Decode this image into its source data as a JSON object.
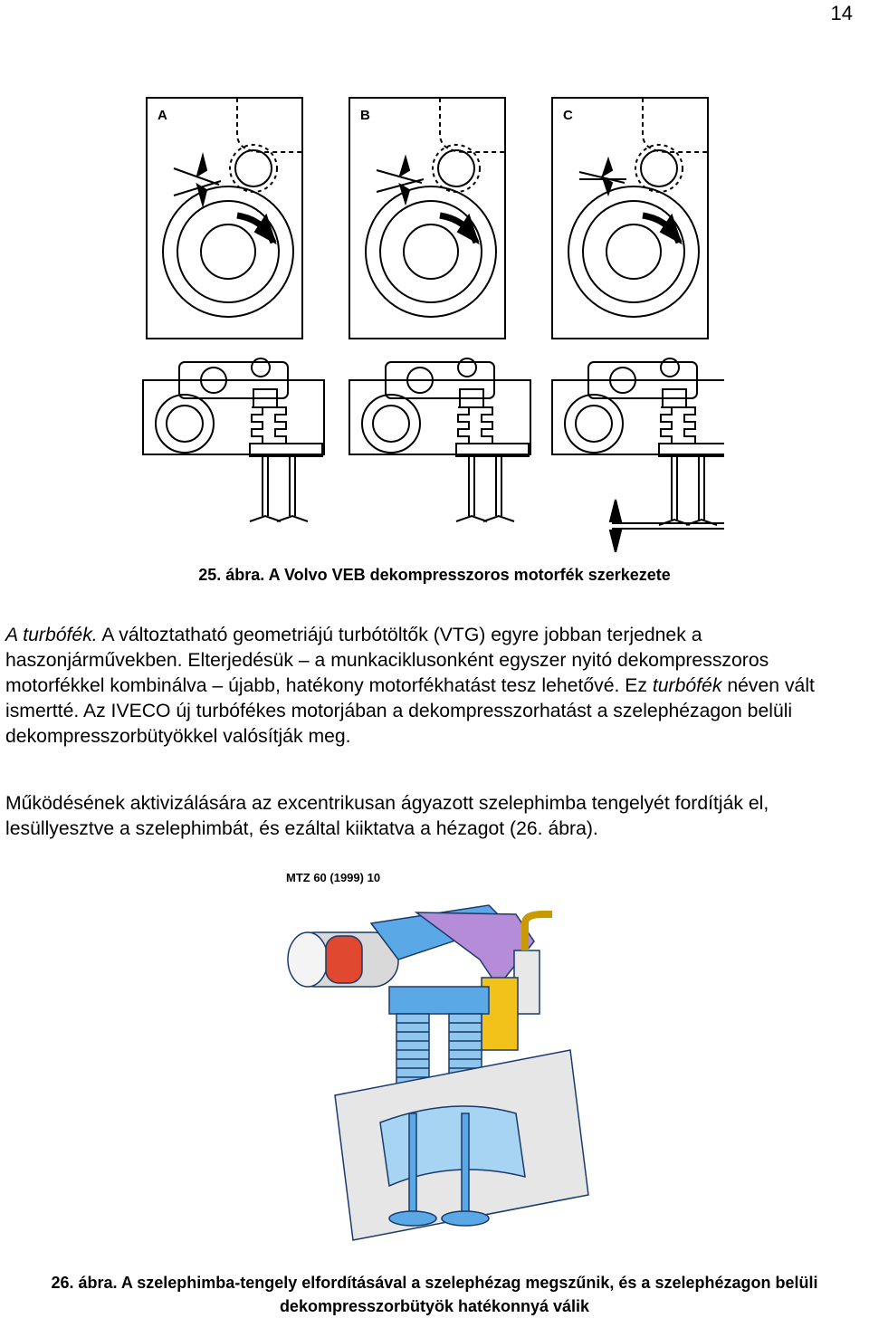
{
  "page_number": "14",
  "figure1": {
    "panel_labels": [
      "A",
      "B",
      "C"
    ],
    "caption": "25. ábra. A Volvo VEB dekompresszoros motorfék szerkezete"
  },
  "paragraph1": {
    "lead_italic": "A turbófék.",
    "part1": " A változtatható geometriájú turbótöltők (VTG) egyre jobban terjednek a haszonjárművekben. Elterjedésük – a munkaciklusonként egyszer nyitó dekompresszoros motorfékkel kombinálva – újabb, hatékony motorfékhatást tesz lehetővé. Ez ",
    "term_italic": "turbófék",
    "part2": " néven vált ismertté. Az IVECO új turbófékes motorjában a dekompresszorhatást a szelephézagon belüli dekompresszorbütyökkel valósítják meg."
  },
  "paragraph2": {
    "text": "Működésének aktivizálására az excentrikusan ágyazott szelephimba tengelyét fordítják el, lesüllyesztve a szelephimbát, és ezáltal kiiktatva a hézagot (26. ábra)."
  },
  "figure2": {
    "source_label": "MTZ 60 (1999) 10",
    "caption": "26. ábra. A szelephimba-tengely elfordításával a szelephézag megszűnik, és a szelephézagon belüli dekompresszorbütyök hatékonnyá válik"
  },
  "colors": {
    "rocker_blue": "#5aa9e6",
    "rocker_purple": "#b58cd8",
    "cam_red": "#e0492f",
    "actuator_yellow": "#f2c21a"
  }
}
